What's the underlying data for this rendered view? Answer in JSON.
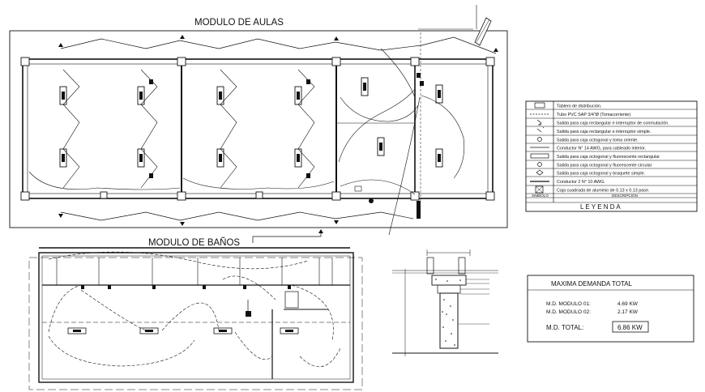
{
  "titles": {
    "aulas": "MODULO DE AULAS",
    "banos": "MODULO DE BAÑOS"
  },
  "legend": {
    "rows": [
      {
        "icon": "distribution-board-icon",
        "text": "Tablero de distribución."
      },
      {
        "icon": "conduit-line-icon",
        "text": "Tubo PVC SAP 3/4\"Ø (Tomacorriente)"
      },
      {
        "icon": "commutation-switch-icon",
        "text": "Salida para caja rectangular e interruptor de conmutación."
      },
      {
        "icon": "simple-switch-icon",
        "text": "Salida para caja rectangular e interruptor simple."
      },
      {
        "icon": "outlet-icon",
        "text": "Salida para caja octogonal y toma oriente."
      },
      {
        "icon": "conductor-line-icon",
        "text": "Conductor N° 14 AWG, para cableado interior."
      },
      {
        "icon": "rect-fluorescent-icon",
        "text": "Salida para caja octogonal y fluorescente rectangular"
      },
      {
        "icon": "circular-fluorescent-icon",
        "text": "Salida para caja octogonal y fluorescente circular"
      },
      {
        "icon": "bracket-icon",
        "text": "Salida para caja octogonal y braquete simple."
      },
      {
        "icon": "conductor-2-icon",
        "text": "Conductor 2 N° 10 AWG."
      },
      {
        "icon": "junction-box-icon",
        "text": "Caja cuadrada de aluminio de 0.13 x 0.13 pase."
      }
    ],
    "header_symbol": "SIMBOLO",
    "header_desc": "DESCRIPCION",
    "footer": "L E Y E N D A"
  },
  "demand": {
    "title": "MAXIMA DEMANDA TOTAL",
    "rows": [
      {
        "label": "M.D. MODULO 01:",
        "value": "4.69 KW"
      },
      {
        "label": "M.D. MODULO 02:",
        "value": "2.17 KW"
      }
    ],
    "total_label": "M.D. TOTAL:",
    "total_value": "6.86 KW"
  }
}
